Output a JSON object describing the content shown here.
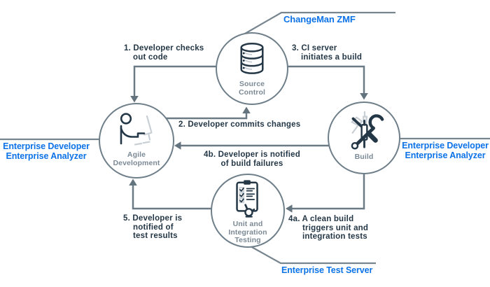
{
  "diagram": {
    "steps": {
      "s1": {
        "lines": [
          "1. Developer checks",
          "out code"
        ]
      },
      "s2": {
        "lines": [
          "2. Developer commits changes"
        ]
      },
      "s3": {
        "lines": [
          "3. CI server",
          "initiates a build"
        ]
      },
      "s4a": {
        "lines": [
          "4a. A clean build",
          "triggers unit and",
          "integration tests"
        ]
      },
      "s4b": {
        "lines": [
          "4b. Developer is notified",
          "of build failures"
        ]
      },
      "s5": {
        "lines": [
          "5. Developer is",
          "notified of",
          "test results"
        ]
      }
    },
    "nodes": {
      "source": {
        "label_lines": [
          "Source",
          "Control"
        ],
        "icon": "database-icon"
      },
      "agile": {
        "label_lines": [
          "Agile",
          "Development"
        ],
        "icon": "developer-at-computer-icon"
      },
      "build": {
        "label_lines": [
          "Build"
        ],
        "icon": "crossed-tools-icon"
      },
      "testing": {
        "label_lines": [
          "Unit and",
          "Integration",
          "Testing"
        ],
        "icon": "checklist-hand-icon"
      }
    },
    "products": {
      "changeman": "ChangeMan ZMF",
      "left": [
        "Enterprise Developer",
        "Enterprise Analyzer"
      ],
      "right": [
        "Enterprise Developer",
        "Enterprise Analyzer"
      ],
      "test_server": "Enterprise Test Server"
    },
    "colors": {
      "accent_blue": "#0b72e7",
      "text_dark": "#243746",
      "line_gray": "#6b7b86",
      "node_label_gray": "#7c8a96",
      "icon_light": "#c8cfd5"
    }
  }
}
